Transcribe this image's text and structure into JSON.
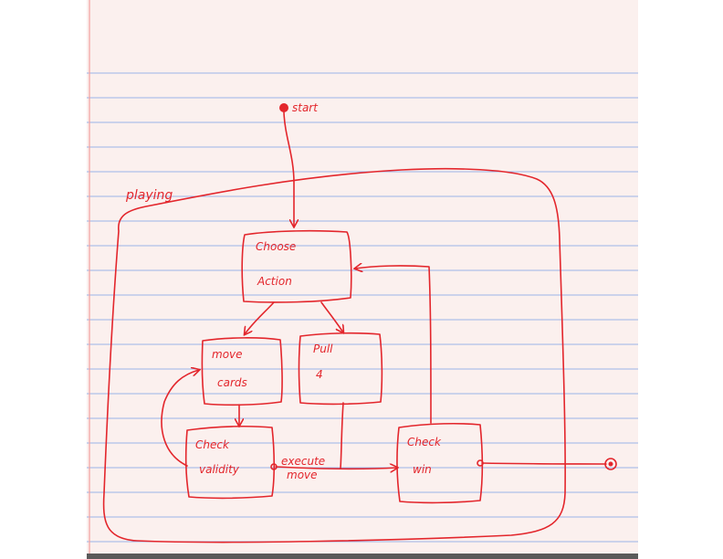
{
  "diagram": {
    "start_label": "start",
    "container_label": "playing",
    "states": {
      "choose_action": {
        "line1": "Choose",
        "line2": "Action"
      },
      "move_cards": {
        "line1": "move",
        "line2": "cards"
      },
      "pull": {
        "line1": "Pull",
        "line2": "4"
      },
      "check_validity": {
        "line1": "Check",
        "line2": "validity"
      },
      "check_win": {
        "line1": "Check",
        "line2": "win"
      }
    },
    "transitions": {
      "execute_move": {
        "line1": "execute",
        "line2": "move"
      }
    }
  },
  "colors": {
    "ink": "#e3262c",
    "ruled_line": "#9bb3e8",
    "margin_line": "#f2a0a0",
    "paper": "#fbf0ee"
  }
}
